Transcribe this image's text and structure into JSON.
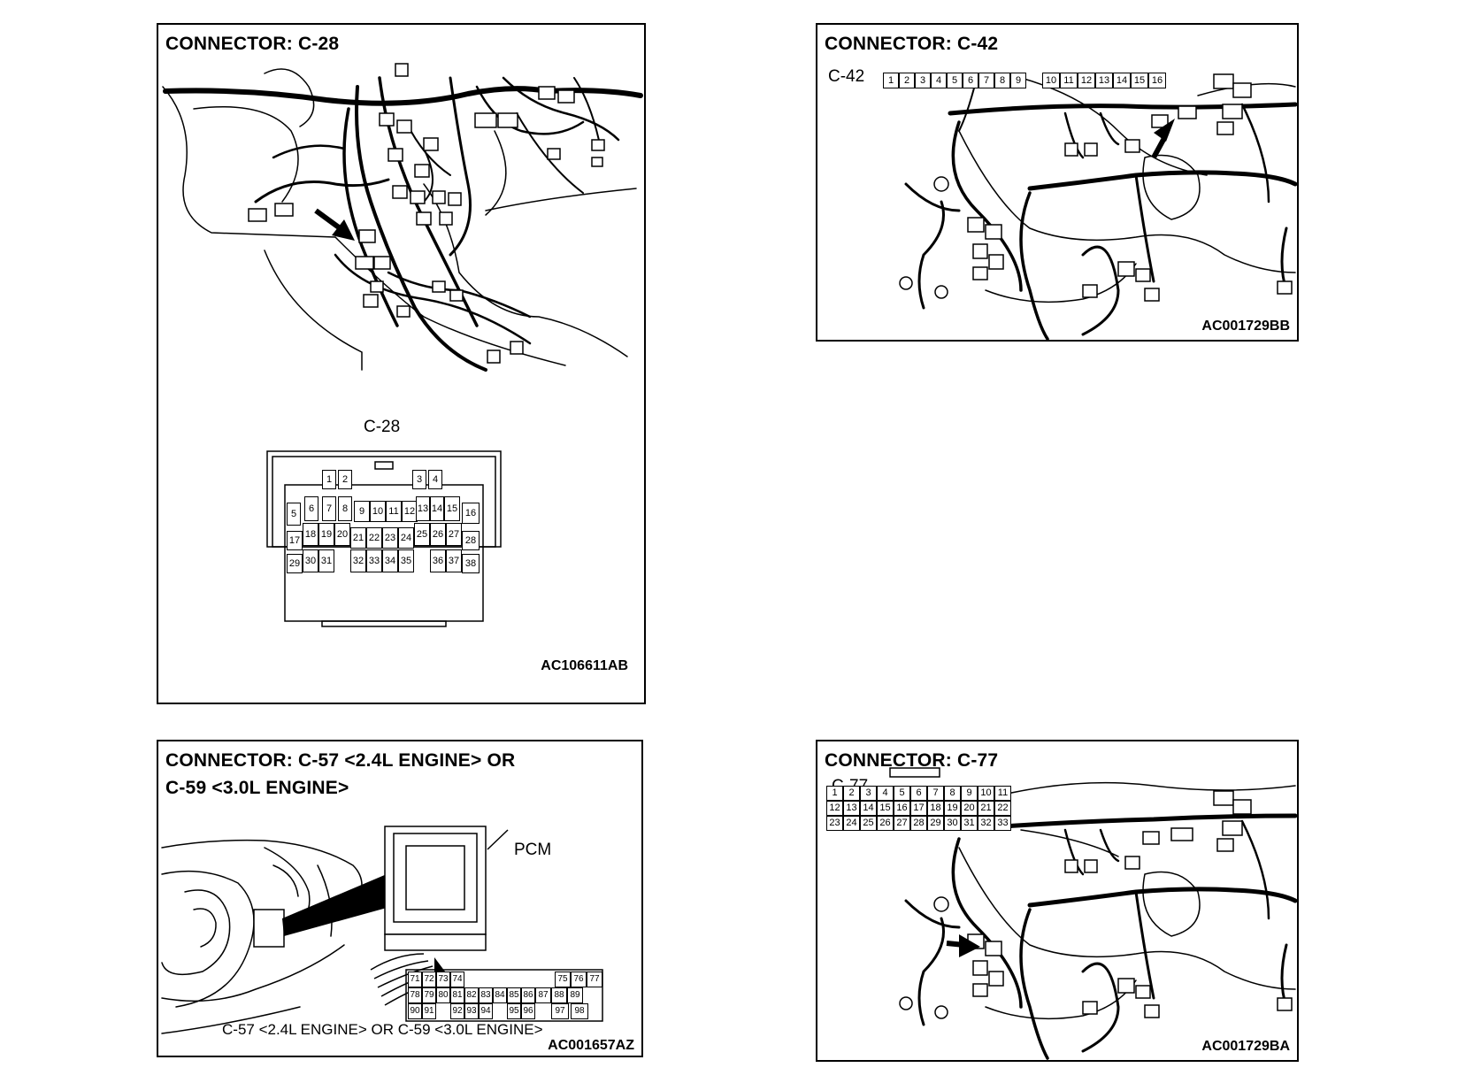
{
  "panels": {
    "c28": {
      "title": "CONNECTOR: C-28",
      "connector_label": "C-28",
      "fig_code": "AC106611AB",
      "pins": [
        "1",
        "2",
        "3",
        "4",
        "5",
        "6",
        "7",
        "8",
        "9",
        "10",
        "11",
        "12",
        "13",
        "14",
        "15",
        "16",
        "17",
        "18",
        "19",
        "20",
        "21",
        "22",
        "23",
        "24",
        "25",
        "26",
        "27",
        "28",
        "29",
        "30",
        "31",
        "32",
        "33",
        "34",
        "35",
        "36",
        "37",
        "38"
      ]
    },
    "c42": {
      "title": "CONNECTOR: C-42",
      "connector_label": "C-42",
      "fig_code": "AC001729BB",
      "pins": [
        "1",
        "2",
        "3",
        "4",
        "5",
        "6",
        "7",
        "8",
        "9",
        "10",
        "11",
        "12",
        "13",
        "14",
        "15",
        "16"
      ]
    },
    "c57": {
      "title": "CONNECTOR: C-57 <2.4L ENGINE> OR\nC-59 <3.0L ENGINE>",
      "pcm_label": "PCM",
      "caption": "C-57 <2.4L ENGINE> OR C-59 <3.0L ENGINE>",
      "fig_code": "AC001657AZ",
      "pins": [
        "71",
        "72",
        "73",
        "74",
        "75",
        "76",
        "77",
        "78",
        "79",
        "80",
        "81",
        "82",
        "83",
        "84",
        "85",
        "86",
        "87",
        "88",
        "89",
        "90",
        "91",
        "92",
        "93",
        "94",
        "95",
        "96",
        "97",
        "98"
      ]
    },
    "c77": {
      "title": "CONNECTOR: C-77",
      "connector_label": "C-77",
      "fig_code": "AC001729BA",
      "pins": [
        "1",
        "2",
        "3",
        "4",
        "5",
        "6",
        "7",
        "8",
        "9",
        "10",
        "11",
        "12",
        "13",
        "14",
        "15",
        "16",
        "17",
        "18",
        "19",
        "20",
        "21",
        "22",
        "23",
        "24",
        "25",
        "26",
        "27",
        "28",
        "29",
        "30",
        "31",
        "32",
        "33"
      ]
    }
  }
}
